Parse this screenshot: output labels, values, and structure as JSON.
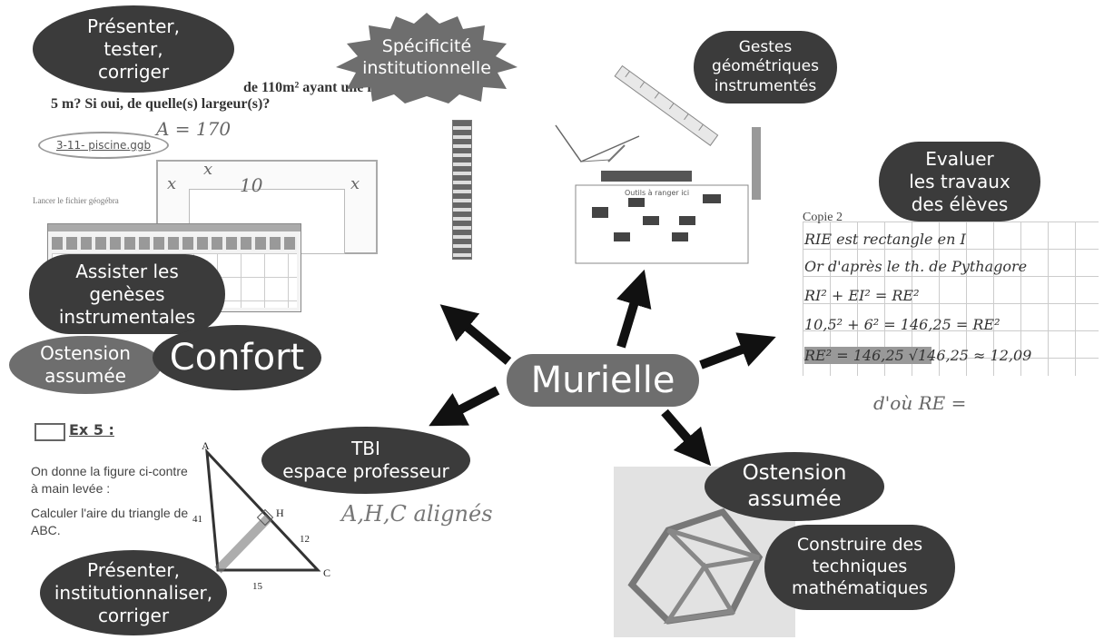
{
  "center": {
    "label": "Murielle"
  },
  "nodes": {
    "presenter_tester": "Présenter,\ntester,\ncorriger",
    "specificite": "Spécificité\ninstitutionnelle",
    "gestes": "Gestes\ngéométriques\ninstrumentés",
    "evaluer": "Evaluer\nles travaux\ndes élèves",
    "assister": "Assister les\ngenèses\ninstrumentales",
    "ostension_left": "Ostension\nassumée",
    "confort": "Confort",
    "tbi": "TBI\nespace professeur",
    "ostension_right": "Ostension\nassumée",
    "construire": "Construire des\ntechniques\nmathématiques",
    "presenter_inst": "Présenter,\ninstitutionnaliser,\ncorriger"
  },
  "snippets": {
    "problem_text_1": "de 110m² ayant une larg",
    "problem_text_2": "5 m? Si oui, de quelle(s) largeur(s)?",
    "handwritten_area": "A = 170",
    "file_link": "3-11- piscine.ggb",
    "file_caption": "Lancer le fichier géogébra",
    "dim_x": "x",
    "dim_10": "10",
    "ex_label": "Ex 5 :",
    "ex_text_1": "On donne la figure ci-contre à main levée :",
    "ex_text_2": "Calculer l'aire du triangle de ABC.",
    "tri_A": "A",
    "tri_H": "H",
    "tri_C": "C",
    "tri_41": "41",
    "tri_12": "12",
    "tri_15": "15",
    "handwritten_aligned": "A,H,C alignés",
    "copie_title": "Copie 2",
    "copie_lines": [
      "RIE est rectangle en I",
      "Or d'après le th. de Pythagore",
      "RI² + EI² = RE²",
      "10,5² + 6² = 146,25 = RE²",
      "RE² = 146,25    √146,25 ≈ 12,09"
    ],
    "copie_after": "d'où RE =",
    "toolbox_title": "Outils à ranger ici"
  },
  "colors": {
    "dark": "#3b3b3b",
    "mid": "#6e6e6e",
    "arrow": "#111111"
  }
}
